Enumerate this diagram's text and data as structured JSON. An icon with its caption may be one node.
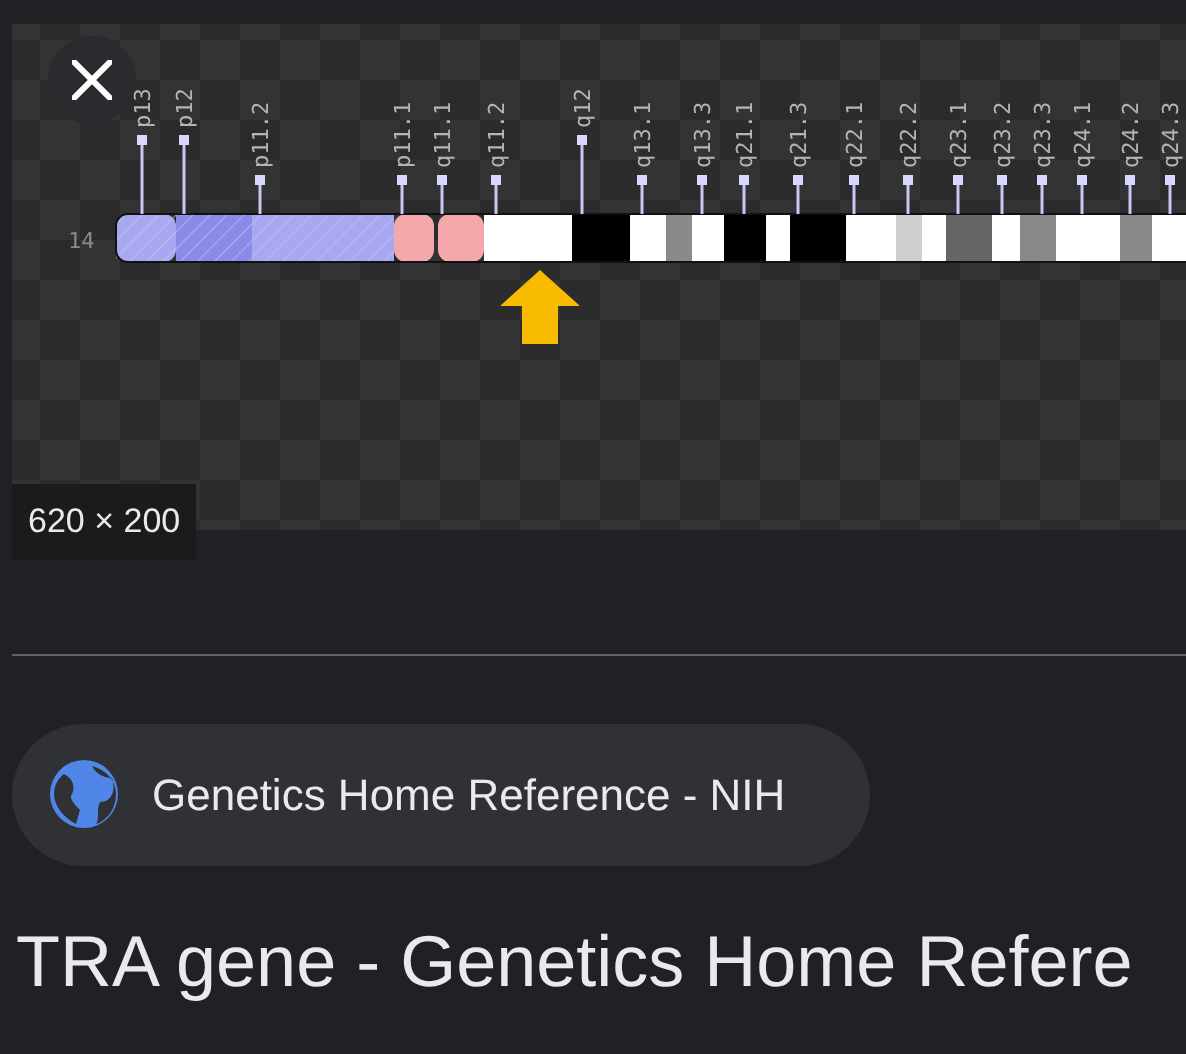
{
  "diagram": {
    "title": "TRA gene - Genetics Home Refere",
    "nodes": [
      {
        "text": [
          "p13"
        ]
      },
      {
        "text": [
          "p12"
        ]
      },
      {
        "text": [
          "p11.2"
        ]
      },
      {
        "text": [
          "p11.1"
        ]
      },
      {
        "text": [
          "q11.1"
        ]
      },
      {
        "text": [
          "q11.2"
        ]
      },
      {
        "text": [
          "q12"
        ]
      },
      {
        "text": [
          "q13.1"
        ]
      },
      {
        "text": [
          "q13.3"
        ]
      },
      {
        "text": [
          "q21.1"
        ]
      },
      {
        "text": [
          "q21.3"
        ]
      },
      {
        "text": [
          "q22.1"
        ]
      },
      {
        "text": [
          "q22.2"
        ]
      },
      {
        "text": [
          "q23.1"
        ]
      },
      {
        "text": [
          "q23.2"
        ]
      },
      {
        "text": [
          "q23.3"
        ]
      },
      {
        "text": [
          "q24.1"
        ]
      },
      {
        "text": [
          "q24.2"
        ]
      },
      {
        "text": [
          "q24.3"
        ]
      },
      {
        "text": [],
        "shape": "bar"
      }
    ],
    "edges": [
      {
        "from": 0,
        "to": 19,
        "arrow": "other"
      },
      {
        "from": 1,
        "to": 19,
        "arrow": "other"
      },
      {
        "from": 2,
        "to": 19,
        "arrow": "other"
      },
      {
        "from": 3,
        "to": 19,
        "arrow": "other"
      },
      {
        "from": 4,
        "to": 19,
        "arrow": "other"
      },
      {
        "from": 5,
        "to": 19,
        "arrow": "other"
      },
      {
        "from": 6,
        "to": 19,
        "arrow": "other"
      },
      {
        "from": 7,
        "to": 19,
        "arrow": "other"
      },
      {
        "from": 8,
        "to": 19,
        "arrow": "other"
      },
      {
        "from": 9,
        "to": 19,
        "arrow": "other"
      },
      {
        "from": 10,
        "to": 19,
        "arrow": "other"
      },
      {
        "from": 11,
        "to": 19,
        "arrow": "other"
      },
      {
        "from": 12,
        "to": 19,
        "arrow": "other"
      },
      {
        "from": 13,
        "to": 19,
        "arrow": "other"
      },
      {
        "from": 14,
        "to": 19,
        "arrow": "other"
      },
      {
        "from": 15,
        "to": 19,
        "arrow": "other"
      },
      {
        "from": 16,
        "to": 19,
        "arrow": "other"
      },
      {
        "from": 17,
        "to": 19,
        "arrow": "other"
      },
      {
        "from": 18,
        "to": 19,
        "arrow": "other"
      }
    ],
    "labels": [
      "14",
      "620 × 200",
      "Genetics Home Reference - NIH"
    ]
  }
}
